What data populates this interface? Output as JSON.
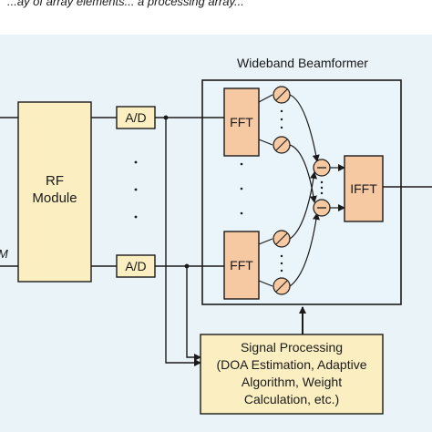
{
  "top_caption": "...ay of array elements... a processing array...",
  "beamformer_title": "Wideband Beamformer",
  "left_label_m": "M",
  "rf_module": {
    "line1": "RF",
    "line2": "Module"
  },
  "ad_label": "A/D",
  "fft_label": "FFT",
  "ifft_label": "IFFT",
  "signal_processing": {
    "line1": "Signal Processing",
    "line2": "(DOA Estimation, Adaptive",
    "line3": "Algorithm, Weight",
    "line4": "Calculation, etc.)"
  },
  "colors": {
    "background_panel": "#e9f3f8",
    "block_fill": "#fbefc2",
    "fft_fill": "#f6c9a2",
    "line": "#1a1a1a"
  }
}
